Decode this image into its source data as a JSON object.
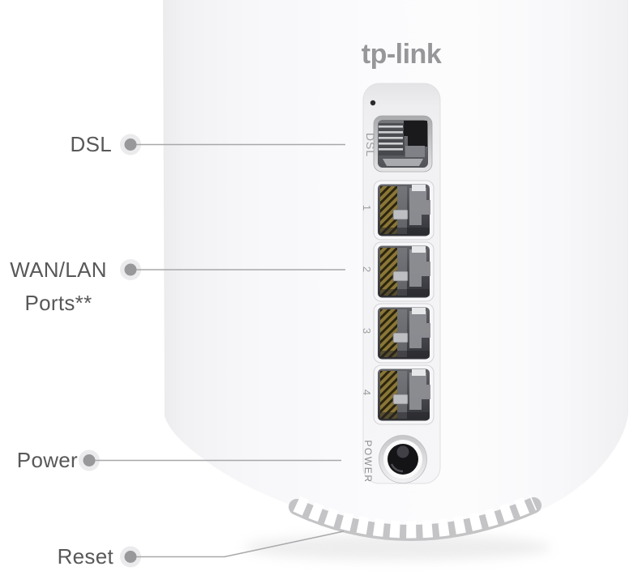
{
  "diagram": {
    "type": "product-port-callout",
    "background": "#ffffff"
  },
  "device": {
    "brand_logo": "tp-link",
    "rear_panel": {
      "dsl_port_label": "DSL",
      "ethernet_port_labels": [
        "1",
        "2",
        "3",
        "4"
      ],
      "power_port_label": "POWER"
    }
  },
  "callouts": {
    "dsl": {
      "label": "DSL"
    },
    "wan_lan": {
      "label": "WAN/LAN",
      "label_line2": "Ports**"
    },
    "power": {
      "label": "Power"
    },
    "reset": {
      "label": "Reset"
    }
  },
  "colors": {
    "callout_label": "#58585a",
    "leader_line": "#a8a8ab",
    "callout_dot": "#98989b",
    "callout_dot_halo": "#ebebed",
    "logo": "#97979a",
    "port_panel_label": "#9c9da0",
    "device_body": "#f6f6f8",
    "recessed_panel": "#f2f2f4",
    "ethernet_gold": "#8b7637",
    "power_jack": "#141417"
  }
}
